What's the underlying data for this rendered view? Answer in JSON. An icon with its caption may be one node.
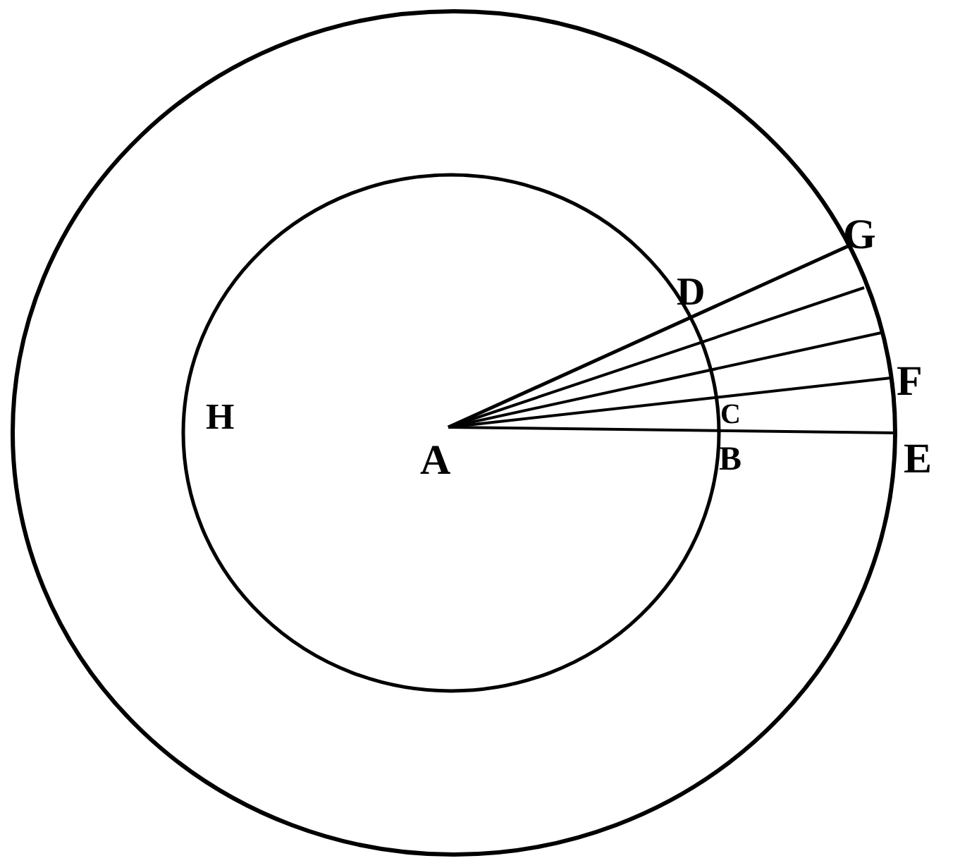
{
  "diagram": {
    "labels": [
      "G",
      "D",
      "F",
      "H",
      "C",
      "A",
      "B",
      "E"
    ]
  }
}
